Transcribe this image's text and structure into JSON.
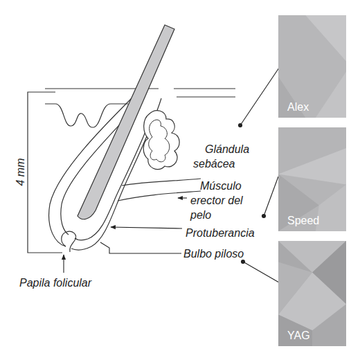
{
  "diagram": {
    "nodes": [
      {
        "text": [
          "Alex"
        ]
      },
      {
        "text": [
          "Speed"
        ]
      },
      {
        "text": [
          "YAG"
        ]
      }
    ],
    "labels": [
      "4 mm",
      "Glándula sebácea",
      "Músculo erector del pelo",
      "Protuberancia",
      "Bulbo piloso",
      "Papila folicular"
    ]
  }
}
